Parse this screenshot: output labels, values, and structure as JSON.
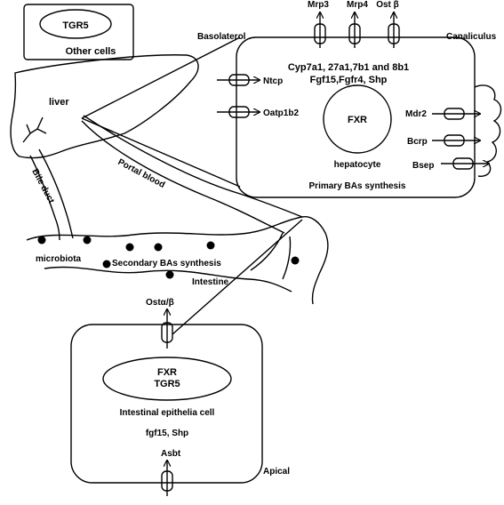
{
  "other_cells": {
    "receptor": "TGR5",
    "label": "Other cells"
  },
  "liver": {
    "label": "liver",
    "bile_duct": "Bile duct",
    "portal_blood": "Portal blood"
  },
  "hepatocyte": {
    "basolateral": "Basolaterol",
    "canaliculus": "Canaliculus",
    "top_transporters": [
      "Mrp3",
      "Mrp4",
      "Ost β"
    ],
    "left_transporters": [
      "Ntcp",
      "Oatp1b2"
    ],
    "right_transporters": [
      "Mdr2",
      "Bcrp",
      "Bsep"
    ],
    "genes_line1": "Cyp7a1, 27a1,7b1 and 8b1",
    "genes_line2": "Fgf15,Fgfr4, Shp",
    "nucleus": "FXR",
    "cell_name": "hepatocyte",
    "synthesis": "Primary BAs  synthesis"
  },
  "intestine": {
    "microbiota": "microbiota",
    "synthesis": "Secondary BAs synthesis",
    "label": "Intestine"
  },
  "enterocyte": {
    "basolateral_transporter": "Ostα/β",
    "nucleus_line1": "FXR",
    "nucleus_line2": "TGR5",
    "cell_name": "Intestinal epithelia  cell",
    "genes": "fgf15, Shp",
    "apical_transporter": "Asbt",
    "apical": "Apical"
  }
}
